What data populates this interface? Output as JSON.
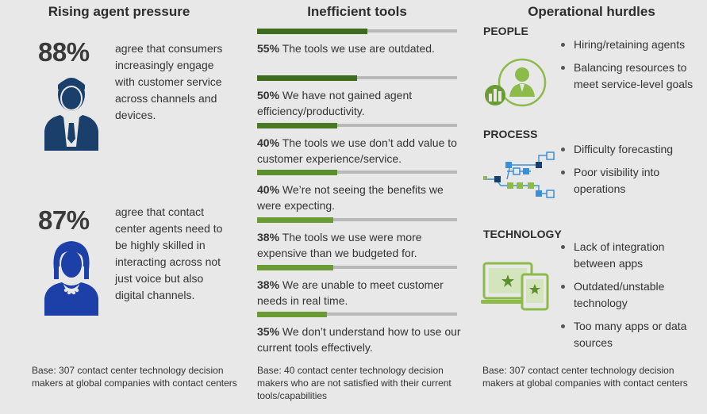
{
  "columns": {
    "agent_pressure": {
      "title": "Rising agent pressure",
      "stats": [
        {
          "value": "88%",
          "text": "agree that consumers increasingly engage with customer service across channels and devices."
        },
        {
          "value": "87%",
          "text": "agree that contact center agents need to be highly skilled in interacting across not just voice but also digital channels."
        }
      ],
      "base": "Base: 307 contact center technology decision makers at global companies with contact centers"
    },
    "inefficient_tools": {
      "title": "Inefficient tools",
      "items": [
        {
          "pct": "55%",
          "value": 55,
          "color": "#3f6b1e",
          "text": "The tools we use are outdated."
        },
        {
          "pct": "50%",
          "value": 50,
          "color": "#3f6b1e",
          "text": "We have not gained agent efficiency/productivity."
        },
        {
          "pct": "40%",
          "value": 40,
          "color": "#4a7a24",
          "text": "The tools we use don’t add value to customer experience/service."
        },
        {
          "pct": "40%",
          "value": 40,
          "color": "#5c8f2e",
          "text": "We’re not seeing the benefits we were expecting."
        },
        {
          "pct": "38%",
          "value": 38,
          "color": "#6a9b34",
          "text": "The tools we use were more expensive than we budgeted for."
        },
        {
          "pct": "38%",
          "value": 38,
          "color": "#6a9b34",
          "text": "We are unable to meet customer needs in real time."
        },
        {
          "pct": "35%",
          "value": 35,
          "color": "#6a9b34",
          "text": "We don’t understand how to use our current tools effectively."
        }
      ],
      "base": "Base: 40 contact center technology decision makers who are not satisfied with their current tools/capabilities"
    },
    "operational_hurdles": {
      "title": "Operational hurdles",
      "people": {
        "label": "PEOPLE",
        "bullets": [
          "Hiring/retaining agents",
          "Balancing resources to meet service-level goals"
        ]
      },
      "process": {
        "label": "PROCESS",
        "bullets": [
          "Difficulty forecasting",
          "Poor visibility into operations"
        ]
      },
      "technology": {
        "label": "TECHNOLOGY",
        "bullets": [
          "Lack of integration between apps",
          "Outdated/unstable technology",
          "Too many apps or data sources"
        ]
      },
      "base": "Base: 307 contact center technology decision makers at global companies with contact centers"
    }
  },
  "colors": {
    "background": "#e8e8e8",
    "navy": "#1a3f6b",
    "royal_blue": "#1d3fa8",
    "green_dark": "#3f6b1e",
    "green_light": "#8dbb4a",
    "process_blue": "#3b8fd6"
  },
  "icons": {
    "male_agent": "male-agent-icon",
    "female_agent": "female-agent-icon",
    "people": "people-chart-icon",
    "process": "process-flow-icon",
    "technology": "devices-icon"
  }
}
